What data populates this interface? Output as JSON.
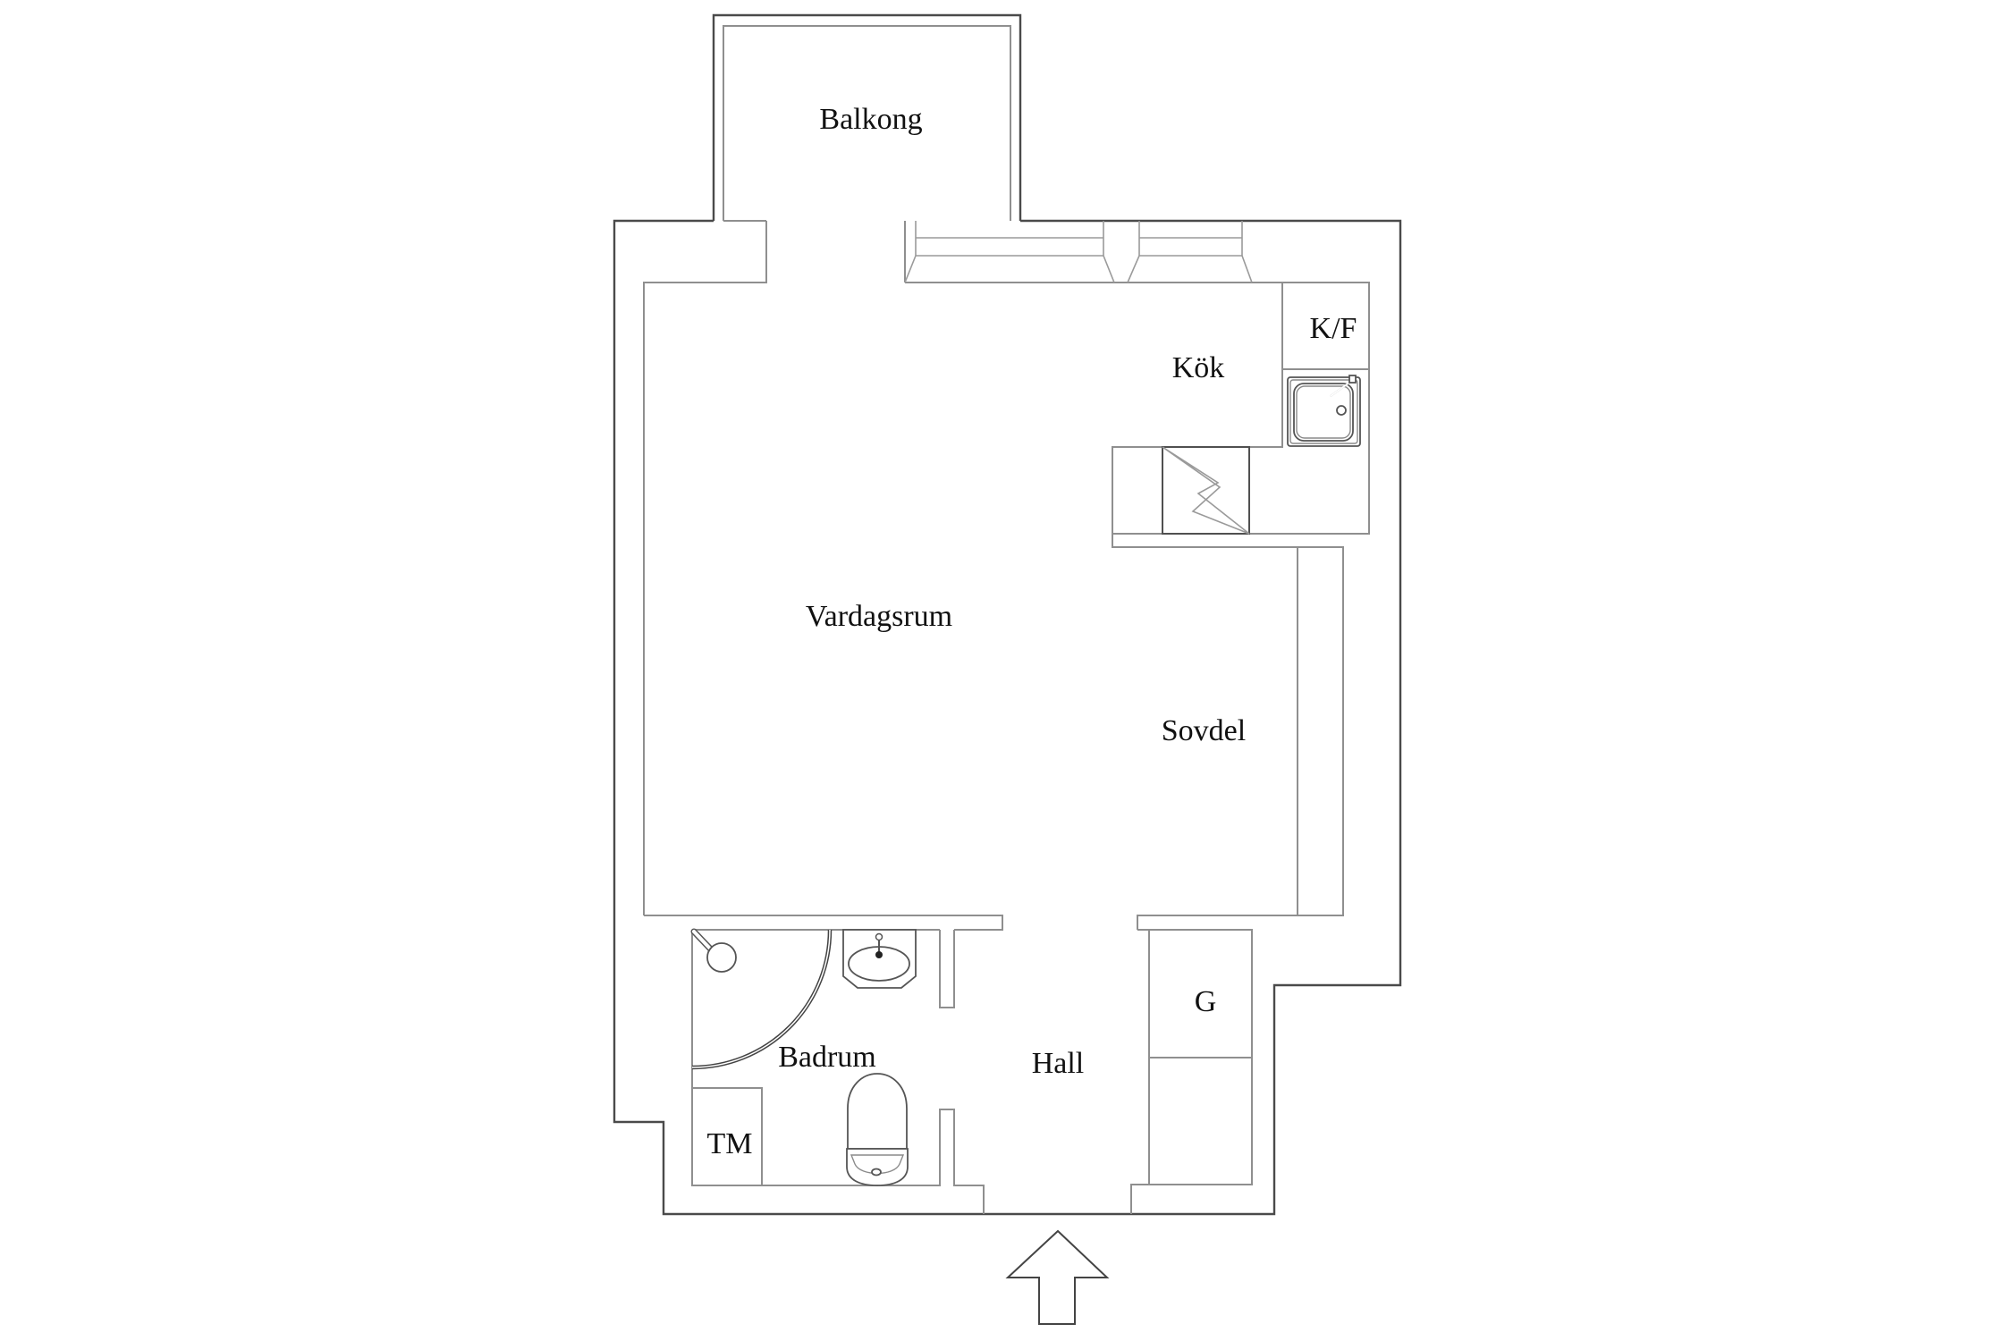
{
  "plan": {
    "type": "apartment-floor-plan",
    "rooms": {
      "balcony": {
        "label": "Balkong"
      },
      "kitchen": {
        "label": "Kök"
      },
      "fridge_freezer": {
        "label": "K/F"
      },
      "living_room": {
        "label": "Vardagsrum"
      },
      "sleeping_area": {
        "label": "Sovdel"
      },
      "bathroom": {
        "label": "Badrum"
      },
      "washing_machine": {
        "label": "TM"
      },
      "hall": {
        "label": "Hall"
      },
      "wardrobe": {
        "label": "G"
      }
    },
    "fixtures": [
      "kitchen-sink",
      "stove",
      "shower",
      "washbasin",
      "toilet",
      "windows",
      "entrance-arrow"
    ],
    "colors": {
      "background": "#ffffff",
      "outer_wall": "#4a4a4a",
      "inner_line": "#8f8f8f",
      "text": "#111111"
    }
  }
}
